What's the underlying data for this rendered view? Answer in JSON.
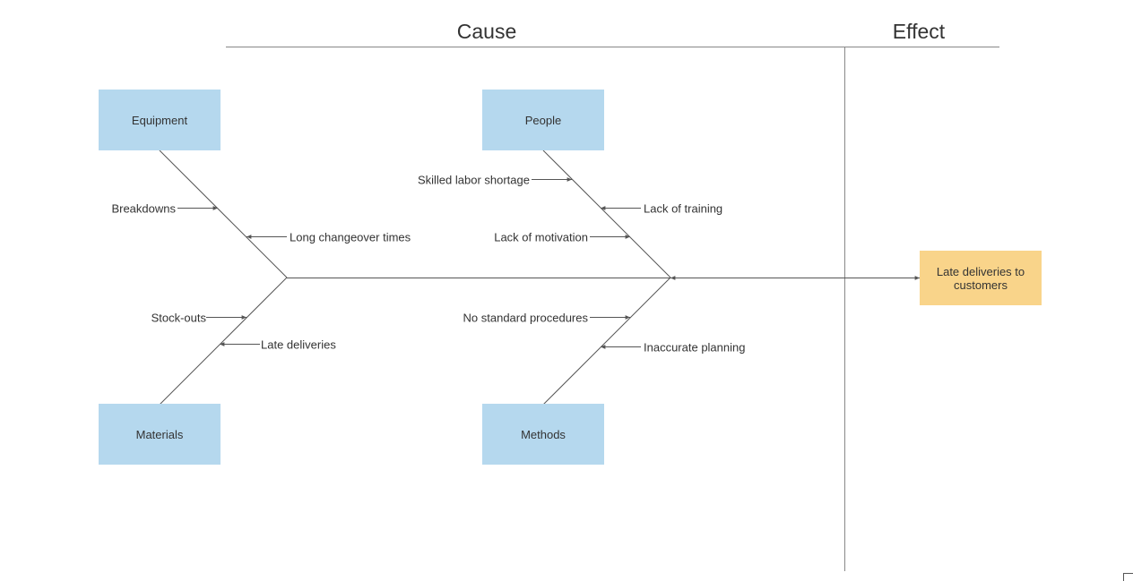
{
  "headings": {
    "cause": "Cause",
    "effect": "Effect"
  },
  "effect": {
    "label": "Late deliveries to customers"
  },
  "categories": {
    "equipment": "Equipment",
    "people": "People",
    "materials": "Materials",
    "methods": "Methods"
  },
  "causes": {
    "breakdowns": "Breakdowns",
    "long_changeover": "Long changeover times",
    "skilled_labor": "Skilled labor shortage",
    "lack_training": "Lack of training",
    "lack_motivation": "Lack of motivation",
    "stock_outs": "Stock-outs",
    "late_deliveries": "Late deliveries",
    "no_standard": "No standard procedures",
    "inaccurate_planning": "Inaccurate planning"
  },
  "colors": {
    "category_box": "#b5d8ee",
    "effect_box": "#f9d48a",
    "line": "#555555",
    "text": "#333333"
  }
}
